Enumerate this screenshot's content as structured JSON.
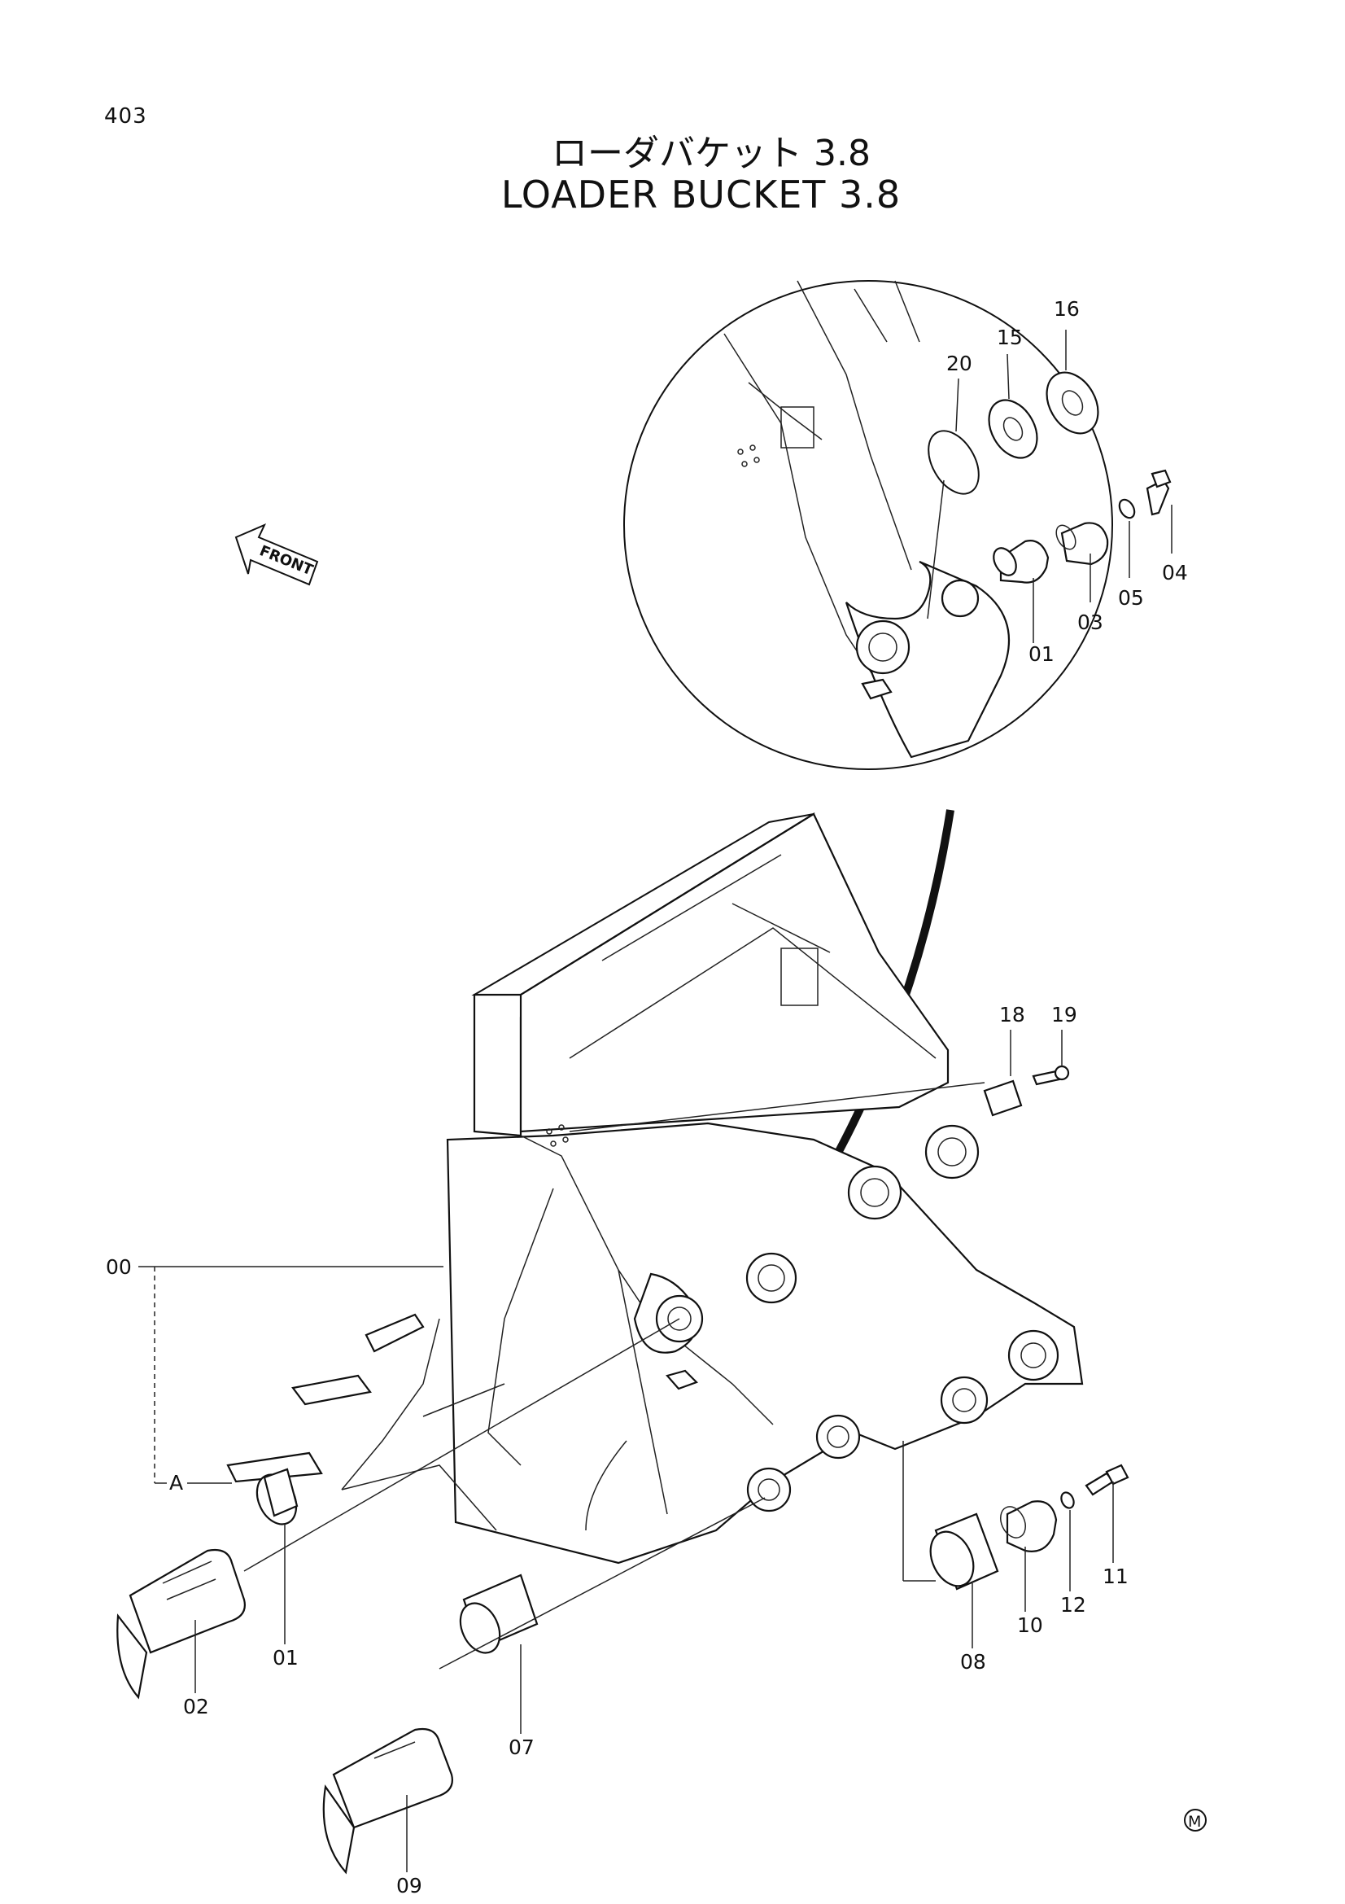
{
  "page": {
    "number": "403"
  },
  "title": {
    "jp": "ローダバケット 3.8",
    "en": "LOADER BUCKET 3.8"
  },
  "front_arrow": {
    "label": "FRONT"
  },
  "assembly": {
    "label": "00",
    "sub_label": "A"
  },
  "callouts": {
    "c01_detail": "01",
    "c03": "03",
    "c04": "04",
    "c05": "05",
    "c15": "15",
    "c16": "16",
    "c20": "20",
    "c18": "18",
    "c19": "19",
    "c01_main": "01",
    "c02": "02",
    "c07": "07",
    "c08": "08",
    "c09": "09",
    "c10": "10",
    "c11": "11",
    "c12": "12"
  },
  "mark": "M"
}
